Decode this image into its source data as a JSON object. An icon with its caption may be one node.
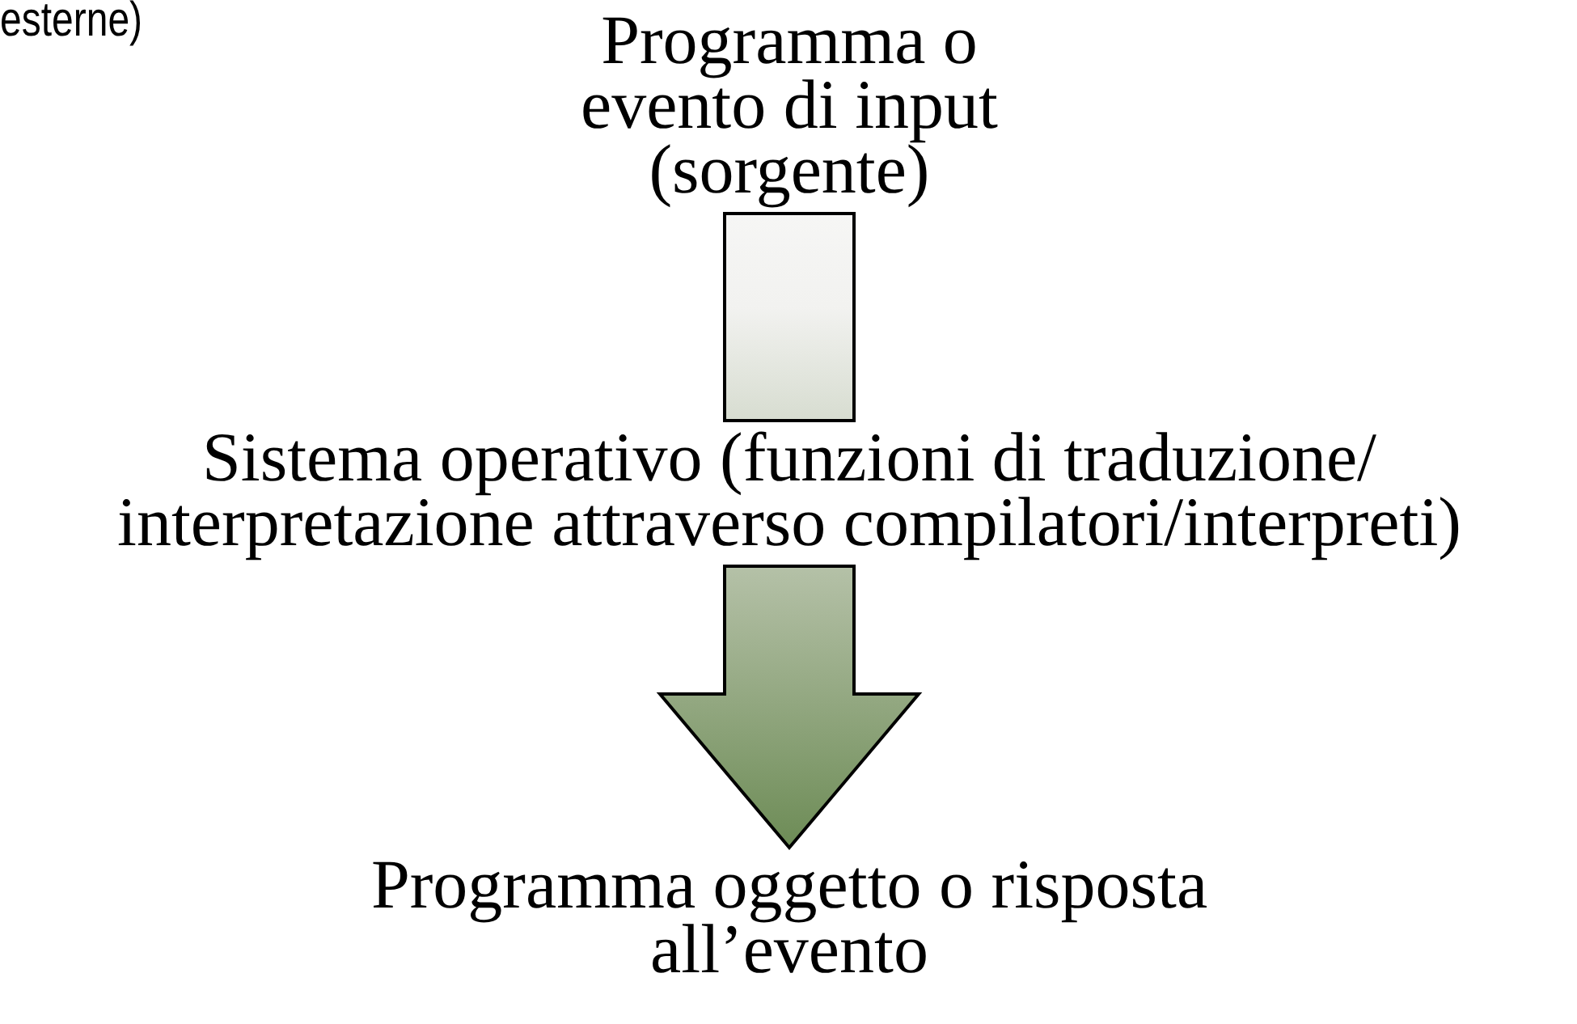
{
  "diagram": {
    "nodes": [
      {
        "text": [
          "Programma o evento di input (sorgente)"
        ]
      },
      {
        "text": [
          "Sistema operativo (funzioni di traduzione/ interpretazione attraverso compilatori/interpreti)"
        ]
      },
      {
        "text": [
          "Programma oggetto o risposta all’evento"
        ]
      }
    ],
    "edges": [
      {
        "from": 0,
        "to": 1,
        "arrow": "none"
      },
      {
        "from": 1,
        "to": 2,
        "arrow": "to"
      }
    ],
    "labels": [
      "esterne)"
    ]
  }
}
